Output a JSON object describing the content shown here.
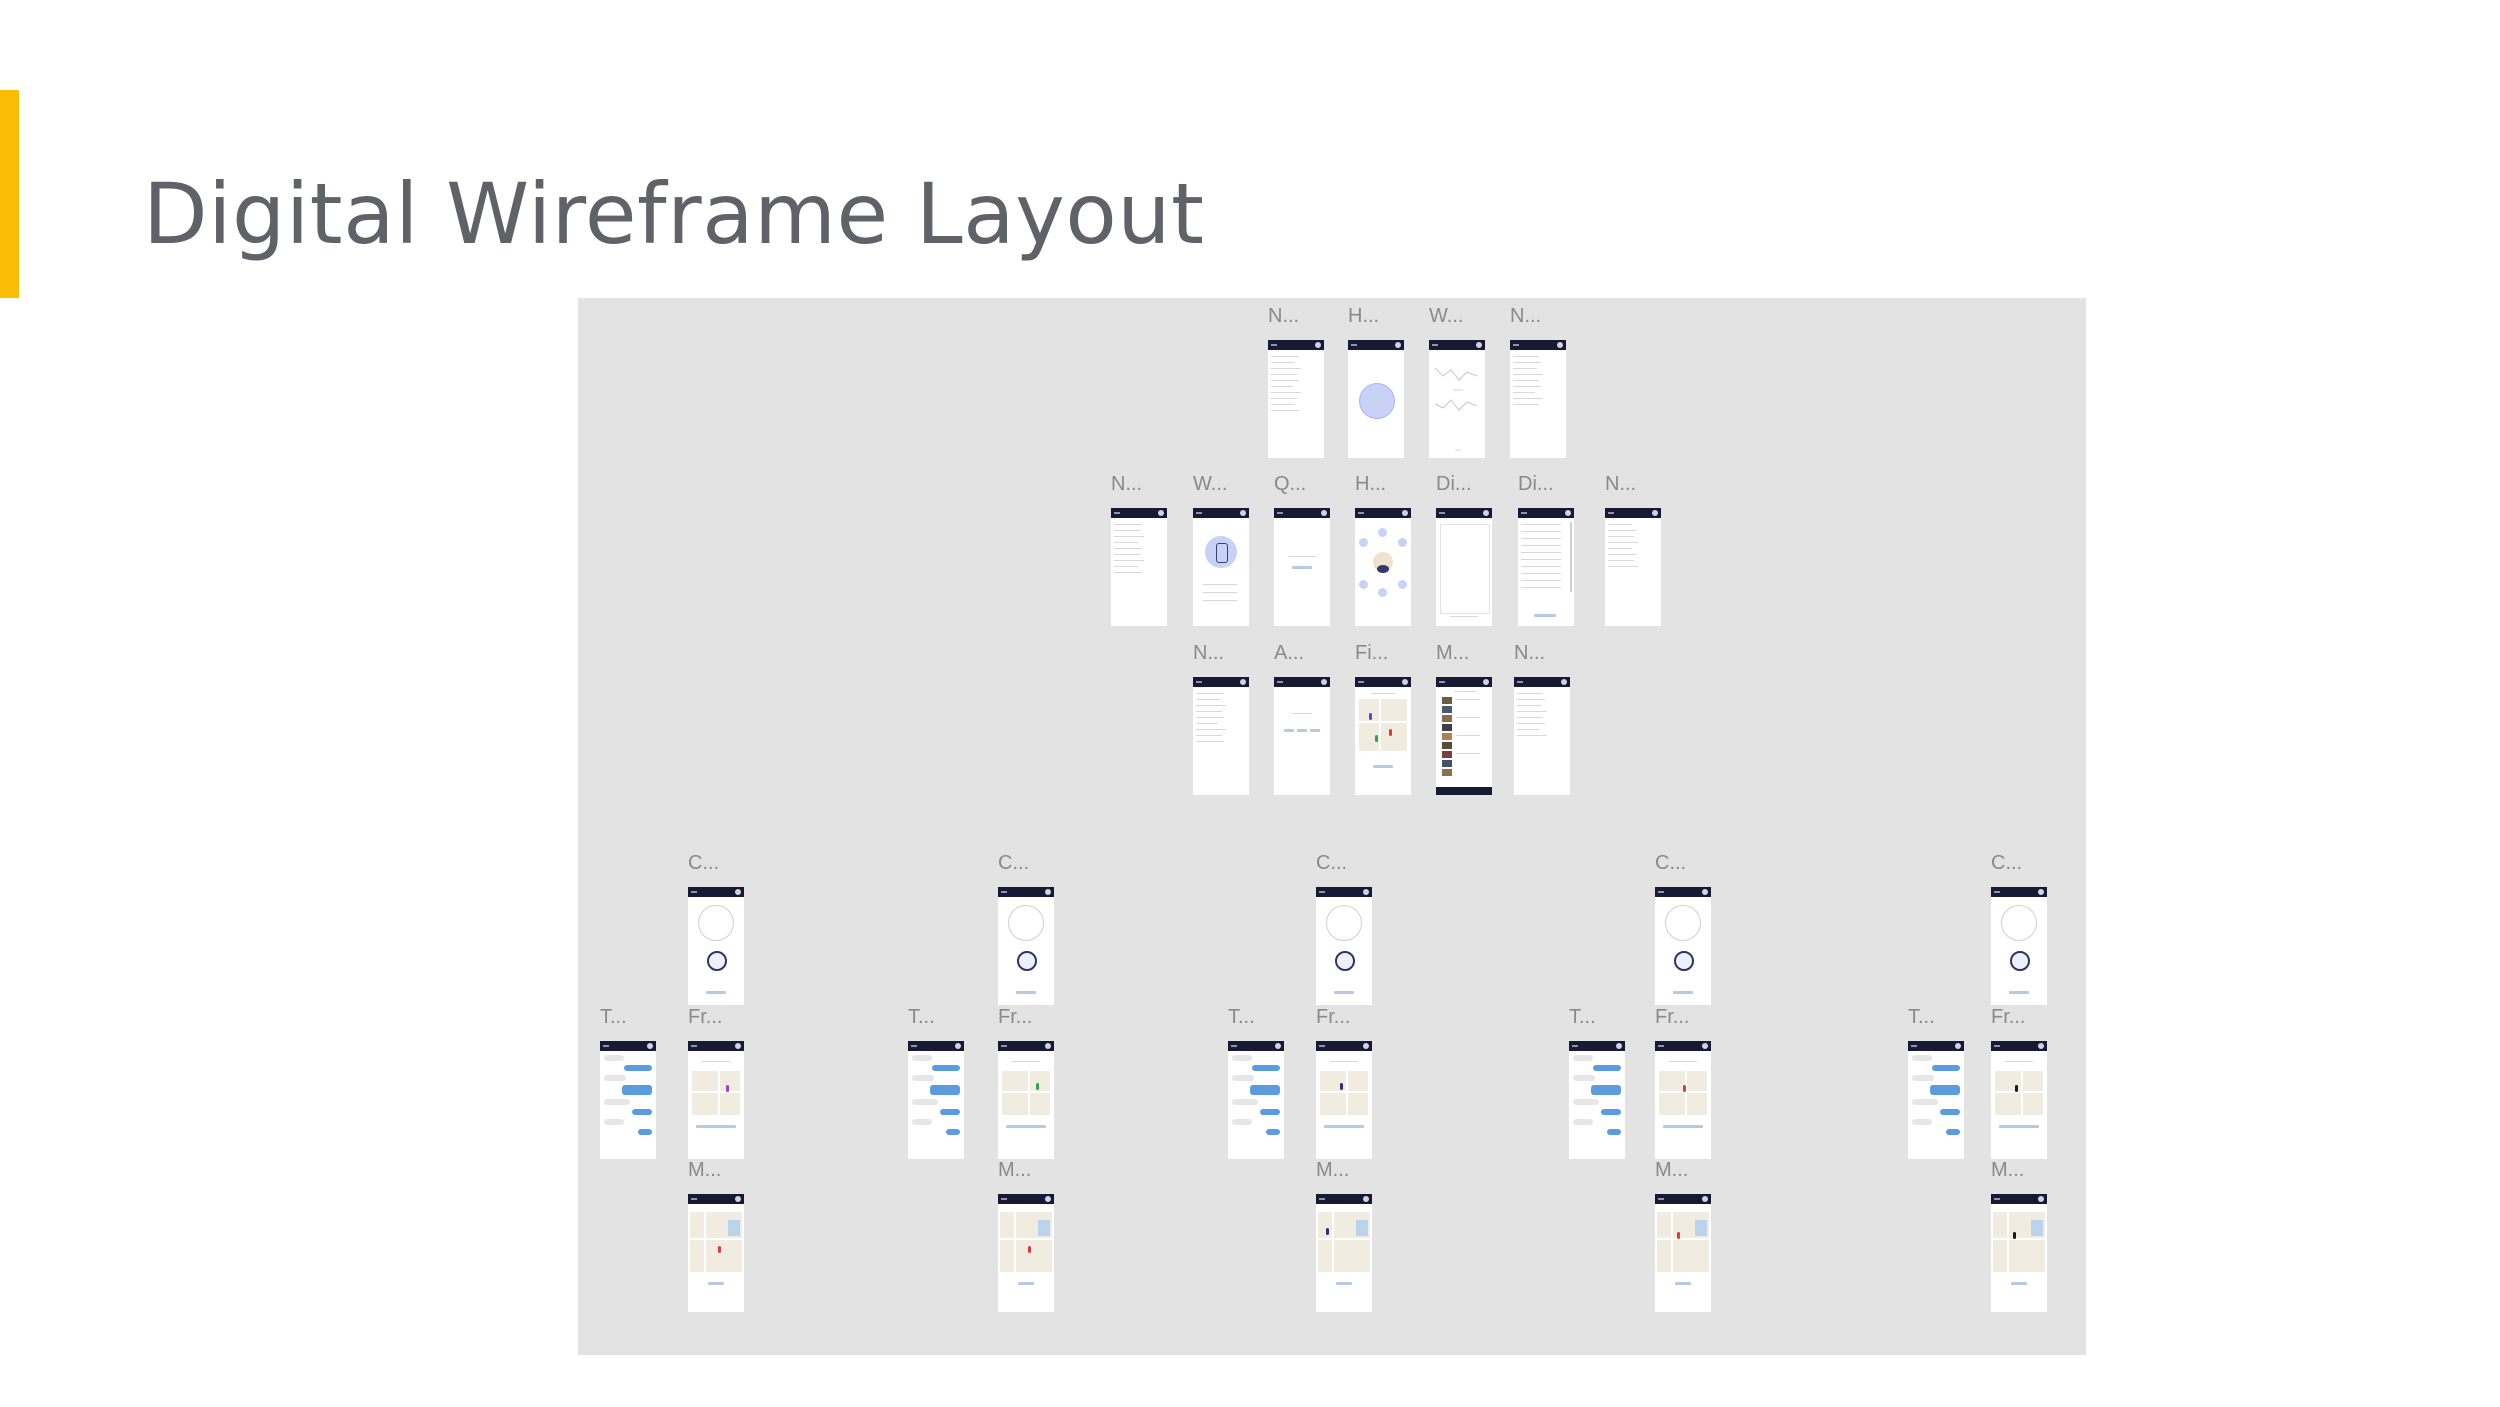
{
  "slide": {
    "title": "Digital Wireframe Layout",
    "accent_color": "#FBBC04"
  },
  "wireframes": {
    "row1": [
      "N...",
      "H...",
      "W...",
      "N..."
    ],
    "row2": [
      "N...",
      "W...",
      "Q...",
      "H...",
      "Di...",
      "Di...",
      "N..."
    ],
    "row3": [
      "N...",
      "A...",
      "Fi...",
      "M...",
      "N..."
    ],
    "flows": [
      {
        "call": "C...",
        "text": "T...",
        "friend": "Fr...",
        "map": "M..."
      },
      {
        "call": "C...",
        "text": "T...",
        "friend": "Fr...",
        "map": "M..."
      },
      {
        "call": "C...",
        "text": "T...",
        "friend": "Fr...",
        "map": "M..."
      },
      {
        "call": "C...",
        "text": "T...",
        "friend": "Fr...",
        "map": "M..."
      },
      {
        "call": "C...",
        "text": "T...",
        "friend": "Fr...",
        "map": "M..."
      }
    ]
  },
  "colors": {
    "board": "#e3e3e3",
    "header_bar": "#171a33",
    "chat_bubble": "#5b9bdf",
    "accent_icon": "#c8d2f6"
  }
}
